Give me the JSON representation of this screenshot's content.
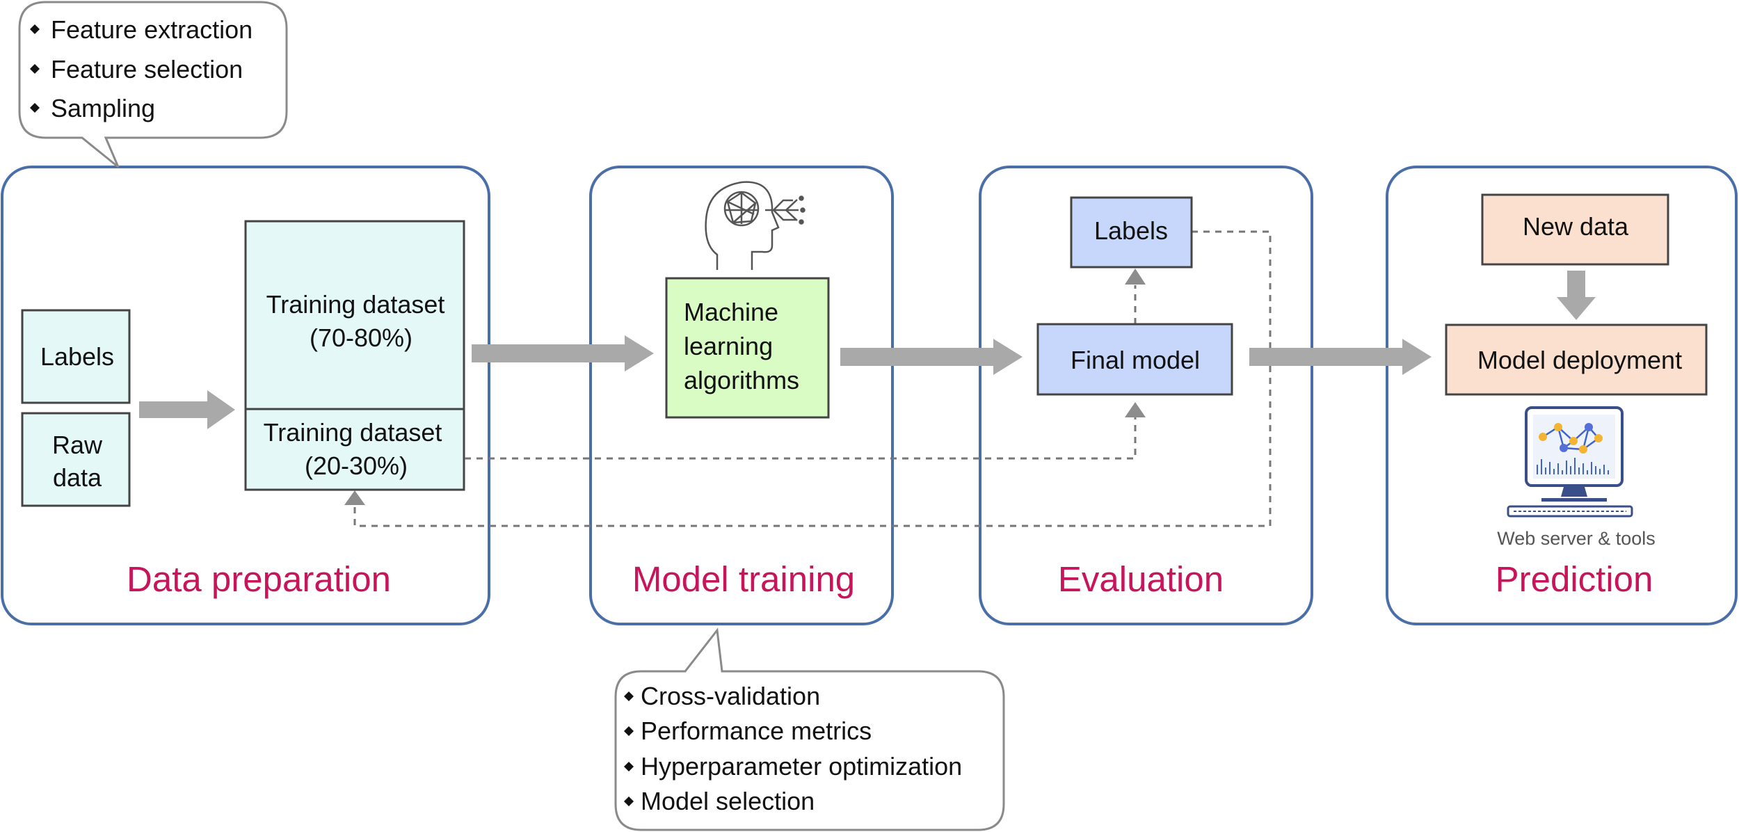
{
  "stages": {
    "data_preparation": "Data preparation",
    "model_training": "Model training",
    "evaluation": "Evaluation",
    "prediction": "Prediction"
  },
  "data_preparation": {
    "labels": "Labels",
    "raw_data": [
      "Raw",
      "data"
    ],
    "training_dataset": [
      "Training dataset",
      "(70-80%)"
    ],
    "validation_dataset": [
      "Training dataset",
      "(20-30%)"
    ]
  },
  "model_training": {
    "algorithms": [
      "Machine",
      "learning",
      "algorithms"
    ]
  },
  "evaluation": {
    "labels": "Labels",
    "final_model": "Final model"
  },
  "prediction": {
    "new_data": "New data",
    "model_deployment": "Model deployment",
    "web_server_caption": "Web server & tools"
  },
  "callouts": {
    "preparation_steps": [
      "Feature extraction",
      "Feature selection",
      "Sampling"
    ],
    "training_steps": [
      "Cross-validation",
      "Performance metrics",
      "Hyperparameter optimization",
      "Model selection"
    ]
  },
  "colors": {
    "stage_border": "#4a6fa8",
    "stage_title": "#c8145a",
    "dataset_fill": "#e4f8f8",
    "algorithm_fill": "#d8fcc4",
    "model_fill": "#c7d7fb",
    "deployment_fill": "#fbe0d0",
    "arrow": "#a9a9a9"
  }
}
